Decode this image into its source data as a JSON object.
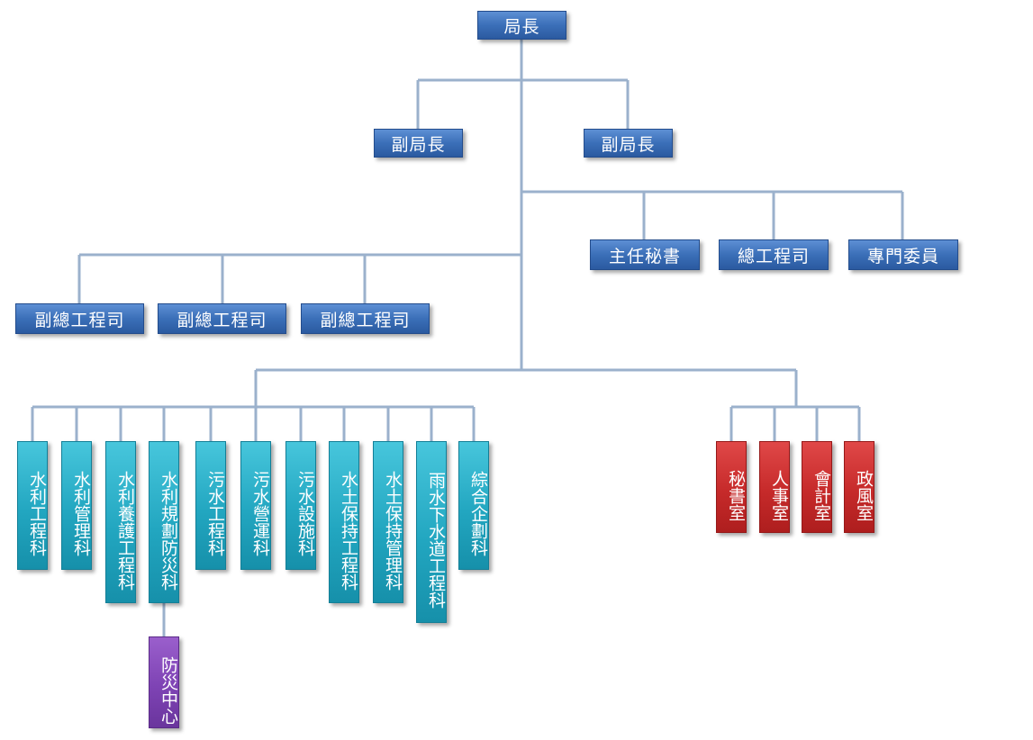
{
  "chart": {
    "director": "局長",
    "deputy_directors": [
      "副局長",
      "副局長"
    ],
    "staff_units": [
      "主任秘書",
      "總工程司",
      "專門委員"
    ],
    "deputy_chief_engineers": [
      "副總工程司",
      "副總工程司",
      "副總工程司"
    ],
    "sections": [
      "水利工程科",
      "水利管理科",
      "水利養護工程科",
      "水利規劃防災科",
      "污水工程科",
      "污水營運科",
      "污水設施科",
      "水土保持工程科",
      "水土保持管理科",
      "雨水下水道工程科",
      "綜合企劃科"
    ],
    "disaster_center": "防災中心",
    "offices": [
      "秘書室",
      "人事室",
      "會計室",
      "政風室"
    ],
    "colors": {
      "leadership": "#3b6fb8",
      "sections": "#22a6c0",
      "offices": "#c62a2a",
      "center": "#7e43b4",
      "connector": "#9bb1cc"
    }
  }
}
